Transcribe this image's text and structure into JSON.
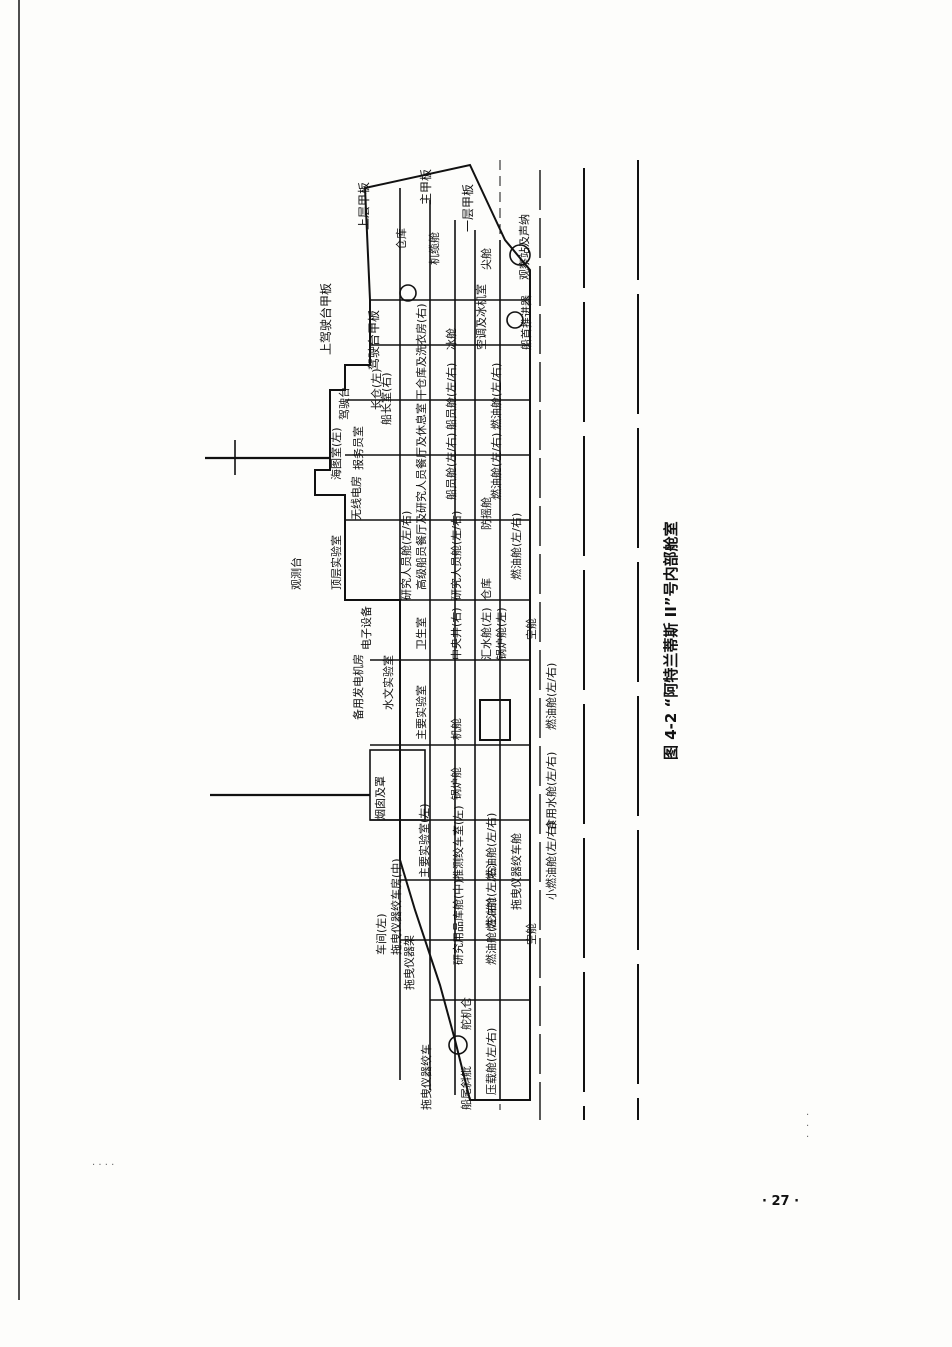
{
  "figure": {
    "caption": "图 4-2 “阿特兰蒂斯 II”号内部舱室",
    "page_number": "· 27 ·"
  },
  "deck_labels": [
    "上层甲板",
    "主甲板",
    "一层甲板",
    "上驾驶台甲板",
    "驾驶台甲板"
  ],
  "compartments": {
    "upper": [
      "顶层实验室",
      "无线电房",
      "报务员室",
      "海图室(左)",
      "驾驶台",
      "船长室(右)",
      "长仓(左)",
      "观测台",
      "电子设备",
      "备用发电机房",
      "烟囱及罩",
      "主要实验室(左)",
      "车间(左)",
      "拖曳仪器绞车房(中)",
      "拖曳仪器架",
      "拖曳仪器绞车",
      "仓库",
      "机缆舱"
    ],
    "middle": [
      "研究人员舱(左/右)",
      "高级船员餐厅及研究人员餐厅及休息室",
      "干仓库及洗衣房(右)",
      "船员舱(左/右)",
      "卫生室",
      "水文实验室",
      "主要实验室",
      "机舱",
      "锅炉舱",
      "推测绞车室(左)",
      "研究用品库舱(中)",
      "舵机仓",
      "船员舱(左/右)",
      "冰舱",
      "空调及冰机室",
      "燃油舱(左/右)",
      "燃油舱(左/右)",
      "燃油舱(左/右)"
    ],
    "lower": [
      "研究人员舱(左/右)",
      "防摇舱",
      "仓库",
      "燃油舱(左/右)",
      "中央井(右)",
      "汇水舱(左)",
      "锅炉舱(左)",
      "空舱",
      "燃油舱(左/右)",
      "食用水舱(左/右)",
      "燃油舱(左/右)",
      "小燃油舱(左/右)",
      "空舱",
      "拖曳仪器绞车舱",
      "燃油舱(左/右)",
      "压载舱(左/右)",
      "船尾斜舭",
      "船首推进器",
      "观察站及声纳",
      "尖舱"
    ]
  }
}
